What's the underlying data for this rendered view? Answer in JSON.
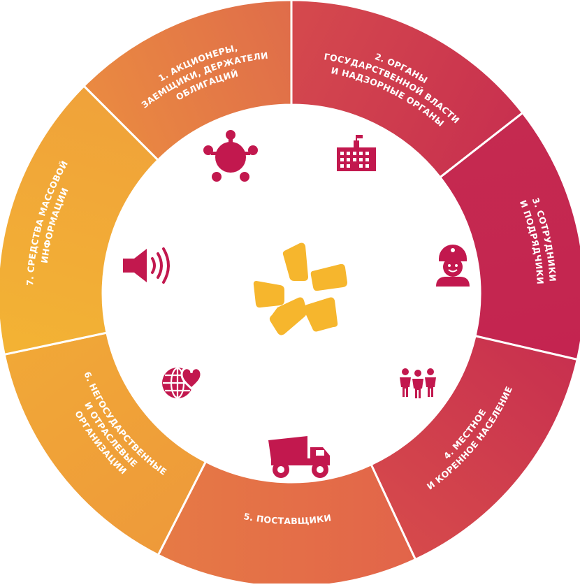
{
  "diagram": {
    "segments": [
      {
        "id": "shareholders",
        "label_lines": [
          "1. АКЦИОНЕРЫ,",
          "ЗАЕМЩИКИ, ДЕРЖАТЕЛИ",
          "ОБЛИГАЦИЙ"
        ],
        "icon": "round-table-icon"
      },
      {
        "id": "government",
        "label_lines": [
          "2. ОРГАНЫ",
          "ГОСУДАРСТВЕННОЙ ВЛАСТИ",
          "И НАДЗОРНЫЕ ОРГАНЫ"
        ],
        "icon": "government-building-icon"
      },
      {
        "id": "employees",
        "label_lines": [
          "3. СОТРУДНИКИ",
          "И ПОДРЯДЧИКИ"
        ],
        "icon": "miner-worker-icon"
      },
      {
        "id": "population",
        "label_lines": [
          "4. МЕСТНОЕ",
          "И КОРЕННОЕ НАСЕЛЕНИЕ"
        ],
        "icon": "people-group-icon"
      },
      {
        "id": "suppliers",
        "label_lines": [
          "5. ПОСТАВЩИКИ"
        ],
        "icon": "dump-truck-icon"
      },
      {
        "id": "ngo",
        "label_lines": [
          "6. НЕГОСУДАРСТВЕННЫЕ",
          "И ОТРАСЛЕВЫЕ",
          "ОРГАНИЗАЦИИ"
        ],
        "icon": "globe-heart-icon"
      },
      {
        "id": "media",
        "label_lines": [
          "7. СРЕДСТВА МАССОВОЙ",
          "ИНФОРМАЦИИ"
        ],
        "icon": "loudspeaker-icon"
      }
    ],
    "center_logo": "star-logo-icon"
  },
  "colors": {
    "ring_gradient": [
      "#f2a93b",
      "#e4654a",
      "#c8244d",
      "#c8244d",
      "#d03b4a",
      "#e2664a",
      "#f0a233"
    ],
    "segment_left": "#f1b03a",
    "segment_top": "#e37448",
    "segment_right": "#c62a50",
    "icon": "#c2184e",
    "logo": "#f6b62d",
    "divider": "#ffffff"
  }
}
